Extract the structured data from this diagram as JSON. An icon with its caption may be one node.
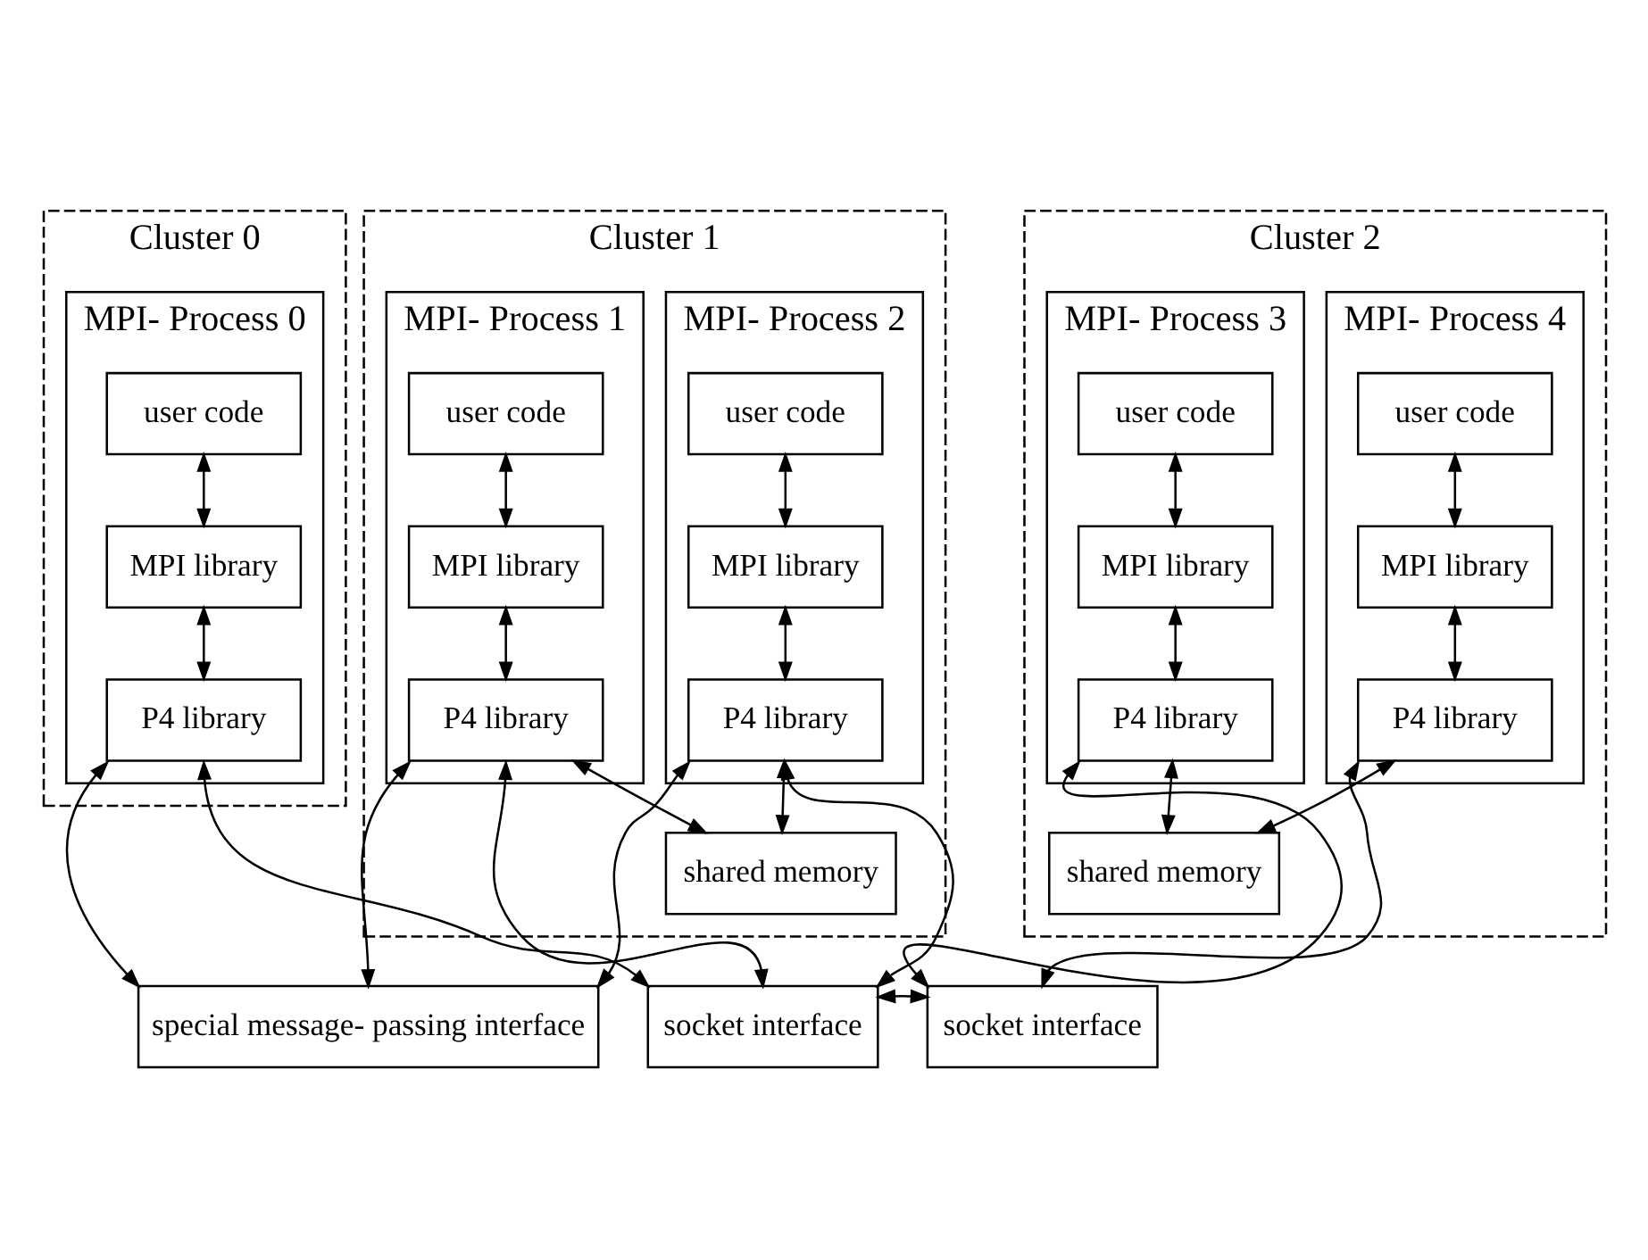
{
  "diagram": {
    "nodes": [
      {
        "text": [
          "Cluster 0"
        ]
      },
      {
        "text": [
          "MPI- Process 0"
        ],
        "in": 0
      },
      {
        "text": [
          "user code"
        ],
        "in": 1
      },
      {
        "text": [
          "MPI library"
        ],
        "in": 1
      },
      {
        "text": [
          "P4 library"
        ],
        "in": 1
      },
      {
        "text": [
          "Cluster 1"
        ]
      },
      {
        "text": [
          "MPI- Process 1"
        ],
        "in": 5
      },
      {
        "text": [
          "user code"
        ],
        "in": 6
      },
      {
        "text": [
          "MPI library"
        ],
        "in": 6
      },
      {
        "text": [
          "P4 library"
        ],
        "in": 6
      },
      {
        "text": [
          "MPI- Process 2"
        ],
        "in": 5
      },
      {
        "text": [
          "user code"
        ],
        "in": 10
      },
      {
        "text": [
          "MPI library"
        ],
        "in": 10
      },
      {
        "text": [
          "P4 library"
        ],
        "in": 10
      },
      {
        "text": [
          "shared memory"
        ],
        "in": 5
      },
      {
        "text": [
          "Cluster 2"
        ]
      },
      {
        "text": [
          "MPI- Process 3"
        ],
        "in": 15
      },
      {
        "text": [
          "user code"
        ],
        "in": 16
      },
      {
        "text": [
          "MPI library"
        ],
        "in": 16
      },
      {
        "text": [
          "P4 library"
        ],
        "in": 16
      },
      {
        "text": [
          "MPI- Process 4"
        ],
        "in": 15
      },
      {
        "text": [
          "user code"
        ],
        "in": 20
      },
      {
        "text": [
          "MPI library"
        ],
        "in": 20
      },
      {
        "text": [
          "P4 library"
        ],
        "in": 20
      },
      {
        "text": [
          "shared memory"
        ],
        "in": 15
      },
      {
        "text": [
          "special message- passing interface"
        ]
      },
      {
        "text": [
          "socket interface"
        ]
      },
      {
        "text": [
          "socket interface"
        ]
      }
    ],
    "edges": [
      {
        "from": 2,
        "to": 3,
        "arrow": "both"
      },
      {
        "from": 3,
        "to": 4,
        "arrow": "both"
      },
      {
        "from": 7,
        "to": 8,
        "arrow": "both"
      },
      {
        "from": 8,
        "to": 9,
        "arrow": "both"
      },
      {
        "from": 11,
        "to": 12,
        "arrow": "both"
      },
      {
        "from": 12,
        "to": 13,
        "arrow": "both"
      },
      {
        "from": 9,
        "to": 14,
        "arrow": "both"
      },
      {
        "from": 13,
        "to": 14,
        "arrow": "both"
      },
      {
        "from": 17,
        "to": 18,
        "arrow": "both"
      },
      {
        "from": 18,
        "to": 19,
        "arrow": "both"
      },
      {
        "from": 21,
        "to": 22,
        "arrow": "both"
      },
      {
        "from": 22,
        "to": 23,
        "arrow": "both"
      },
      {
        "from": 19,
        "to": 24,
        "arrow": "both"
      },
      {
        "from": 23,
        "to": 24,
        "arrow": "both"
      },
      {
        "from": 4,
        "to": 25,
        "arrow": "both"
      },
      {
        "from": 4,
        "to": 26,
        "arrow": "both"
      },
      {
        "from": 9,
        "to": 25,
        "arrow": "both"
      },
      {
        "from": 9,
        "to": 26,
        "arrow": "both"
      },
      {
        "from": 13,
        "to": 25,
        "arrow": "both"
      },
      {
        "from": 13,
        "to": 26,
        "arrow": "both"
      },
      {
        "from": 19,
        "to": 27,
        "arrow": "both"
      },
      {
        "from": 23,
        "to": 27,
        "arrow": "both"
      },
      {
        "from": 26,
        "to": 27,
        "arrow": "both"
      }
    ]
  }
}
